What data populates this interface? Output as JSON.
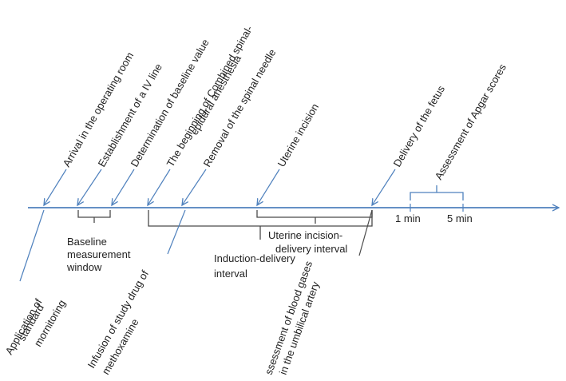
{
  "colors": {
    "arrow": "#4f81bd",
    "bracket_dark": "#4a4a4a",
    "text": "#222222"
  },
  "labels": {
    "arrival": "Arrival in the operating room",
    "iv_line": "Establishment of a IV line",
    "baseline_value": "Determination of baseline value",
    "cse_line1": "The beginning of  Combined spinal-",
    "cse_line2": "epidural anesthesia",
    "removal": "Removal of the spinal needle",
    "uterine_incision": "Uterine incision",
    "delivery": "Delivery of the fetus",
    "apgar": "Assessment of Apgar scores",
    "one_min": "1 min",
    "five_min": "5 min",
    "baseline_window_1": "Baseline",
    "baseline_window_2": "measurement",
    "baseline_window_3": "window",
    "uid_1": "Uterine incision-",
    "uid_2": "delivery interval",
    "idi_1": "Induction-delivery",
    "idi_2": "interval",
    "monitoring_1": "Application of",
    "monitoring_2": "standard",
    "monitoring_3": "mornitoring",
    "infusion_1": "Infusion of study drug of",
    "infusion_2": "methoxamine",
    "bloodgas_1": "ssessment of blood gases",
    "bloodgas_2": "in the umbilical artery"
  }
}
